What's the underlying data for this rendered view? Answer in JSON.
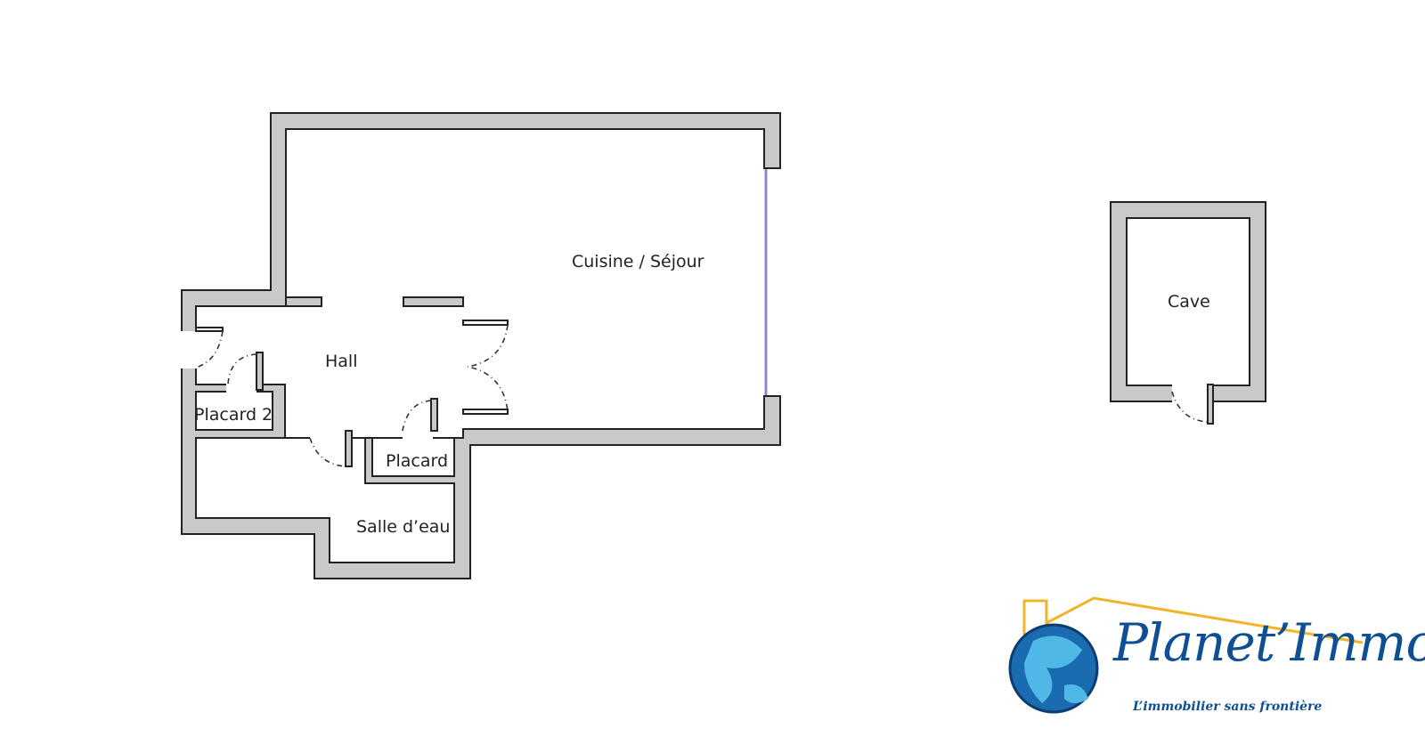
{
  "rooms": {
    "living": "Cuisine / Séjour",
    "hall": "Hall",
    "placard2": "Placard 2",
    "placard": "Placard",
    "bathroom": "Salle d’eau",
    "cave": "Cave"
  },
  "logo": {
    "name": "Planet’Immo",
    "tagline": "L’immobilier sans frontière",
    "colors": {
      "blue": "#0f4f93",
      "light_blue": "#4fb8e6",
      "gold": "#f0b429"
    }
  },
  "colors": {
    "wall_fill": "#c9c9c9",
    "wall_stroke": "#222222",
    "window": "#8a8ad0"
  }
}
